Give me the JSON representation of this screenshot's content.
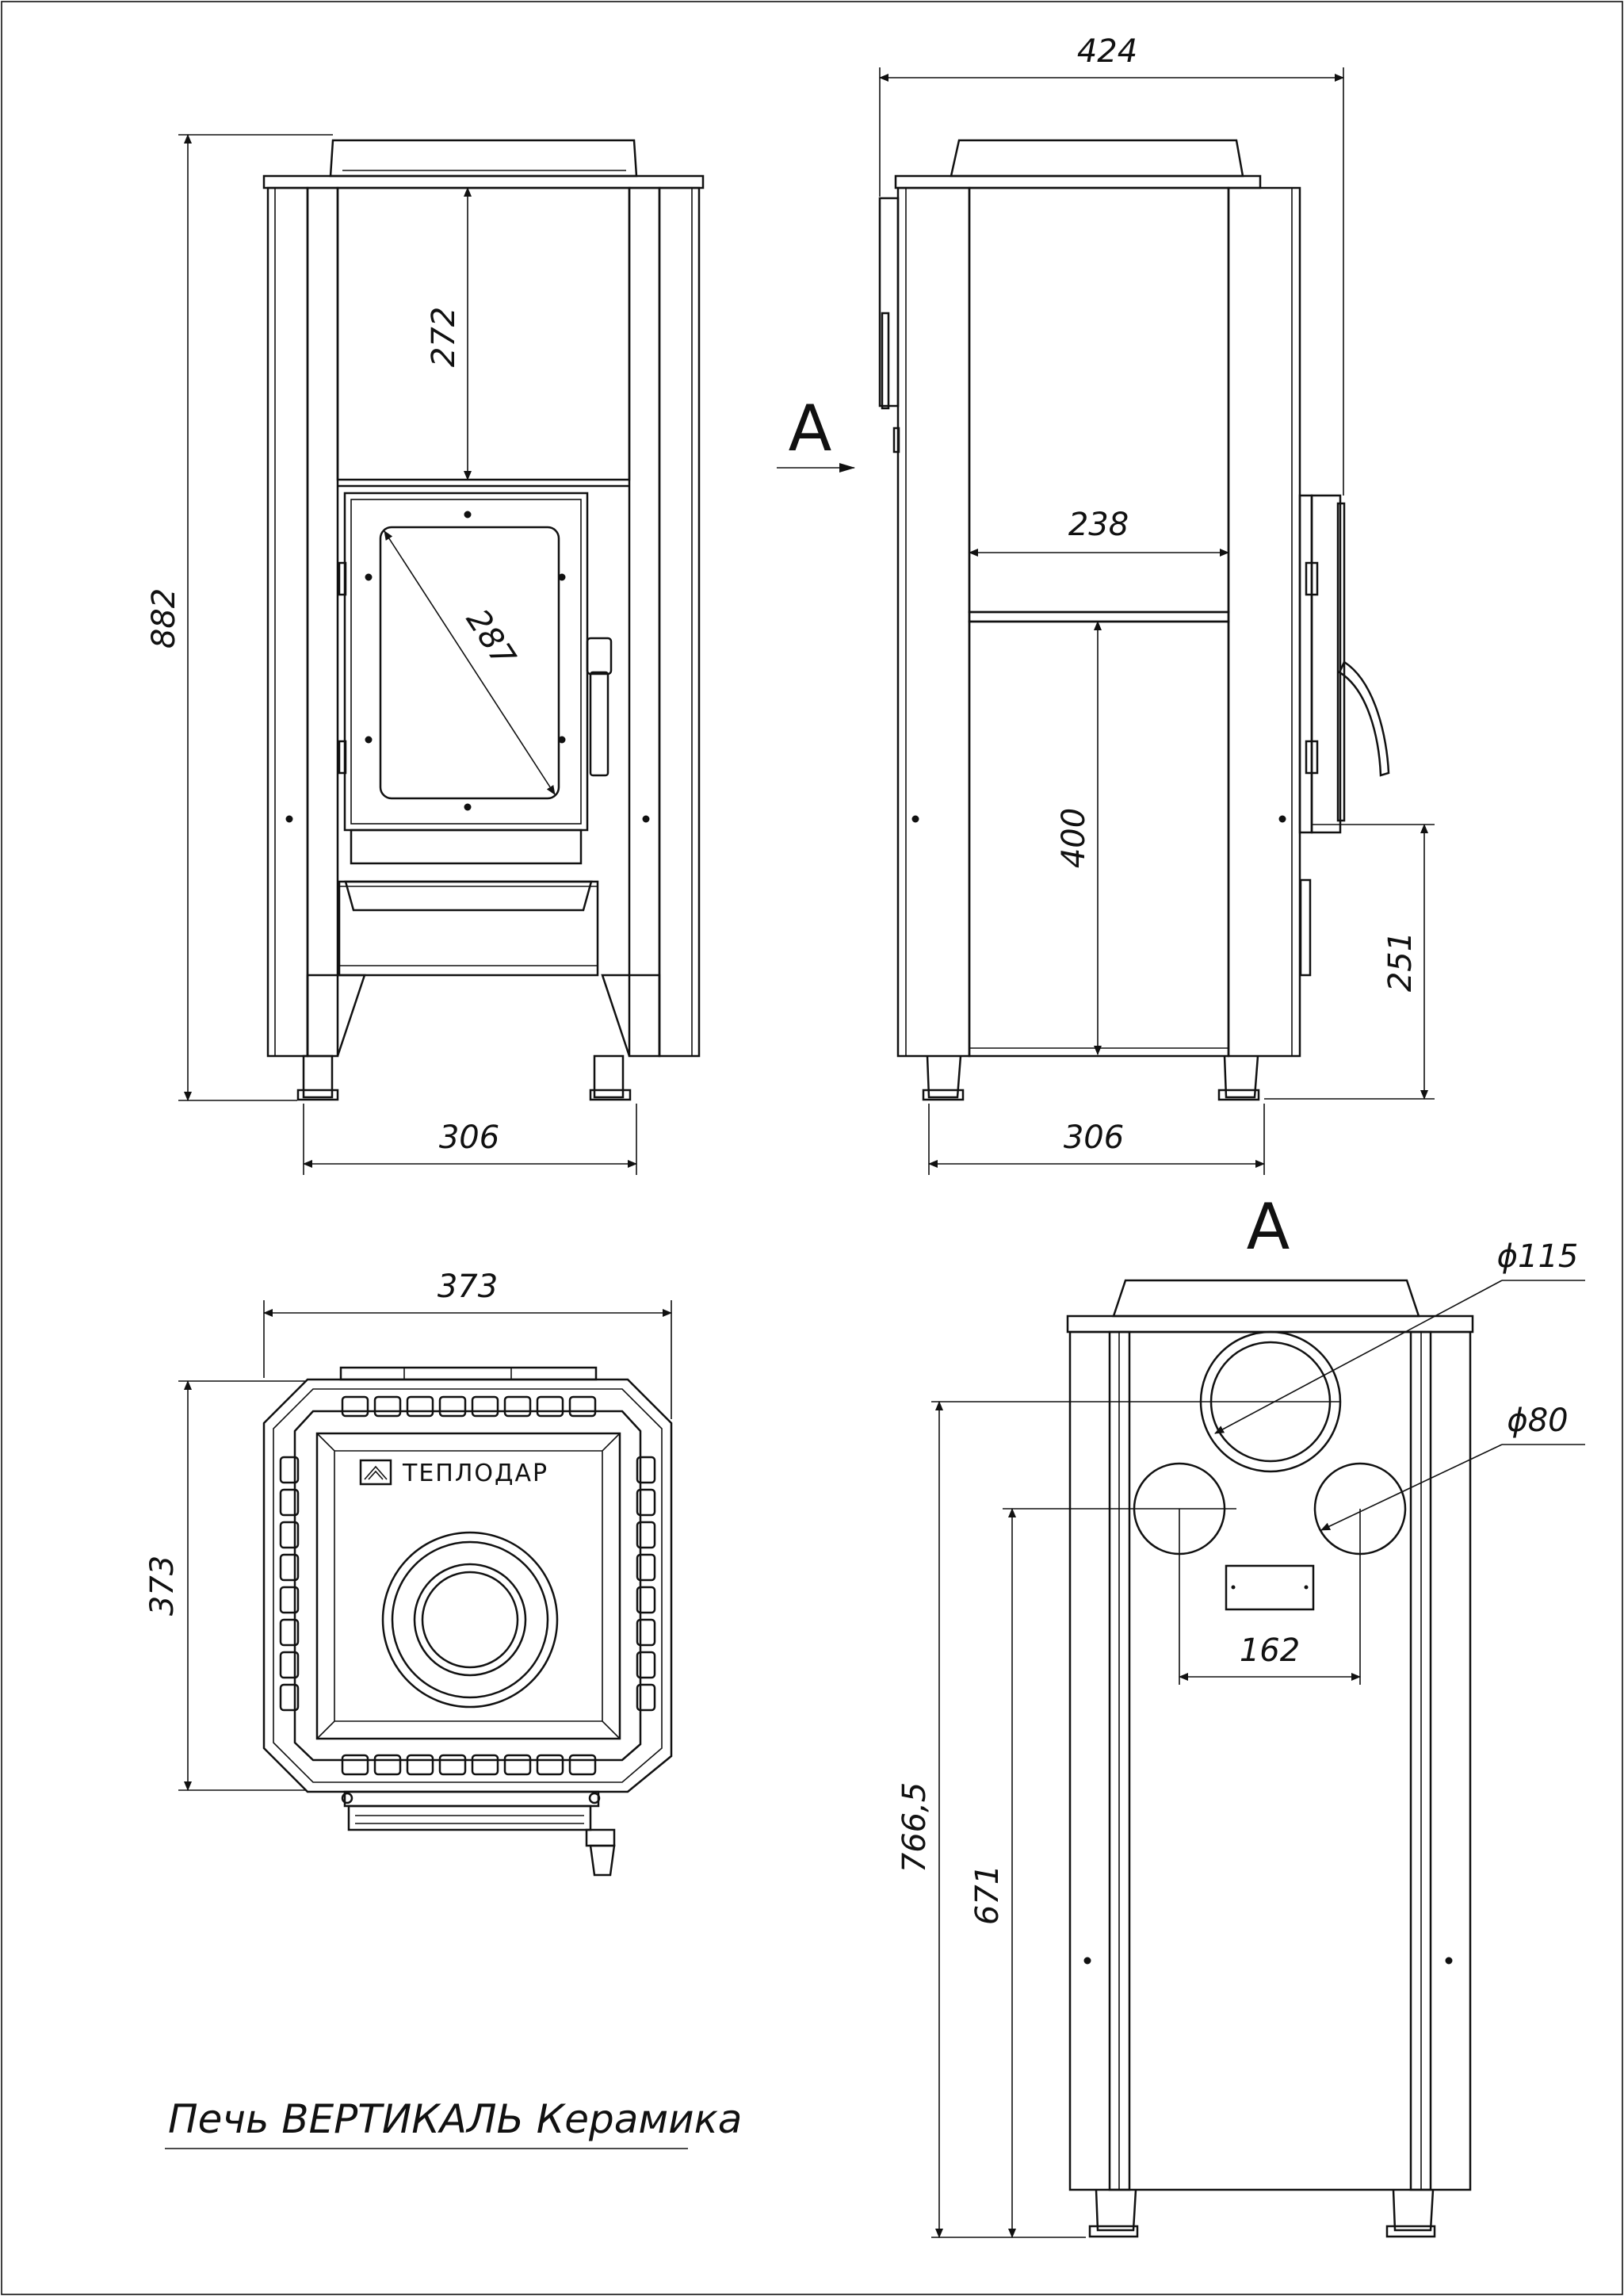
{
  "title": "Печь ВЕРТИКАЛЬ Керамика",
  "brand_logo": "ТЕПЛОДАР",
  "view_marker": "А",
  "dimensions": {
    "front_height": "882",
    "front_upper_height": "272",
    "glass_diagonal": "287",
    "front_base_width": "306",
    "side_overall_width": "424",
    "side_inner_width": "238",
    "side_lower_height": "400",
    "door_bottom_height": "251",
    "side_base_width": "306",
    "top_width": "373",
    "top_depth": "373",
    "flue_diameter": "ϕ115",
    "port_diameter": "ϕ80",
    "port_spacing": "162",
    "flue_height": "766,5",
    "port_height": "671"
  }
}
